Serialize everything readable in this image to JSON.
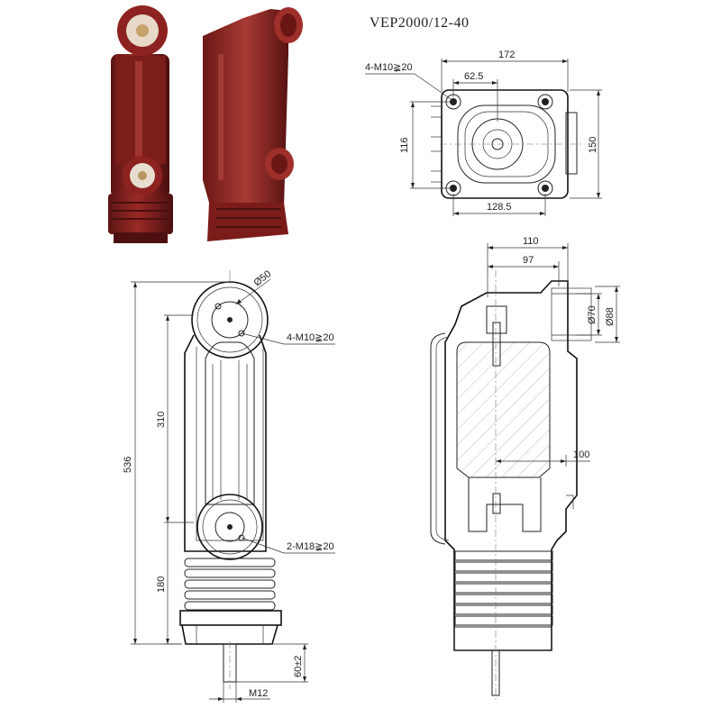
{
  "title": "VEP2000/12-40",
  "top_view": {
    "width_overall": "172",
    "hole_offset": "62.5",
    "bolt_pitch": "128.5",
    "height_inner": "116",
    "height_outer": "150",
    "bolt_callout": "4-M10≩20"
  },
  "front_view": {
    "length_overall": "536",
    "upper_span": "310",
    "lower_span": "180",
    "terminal_diameter": "Ø50",
    "upper_bolt_callout": "4-M10≩20",
    "lower_bolt_callout": "2-M18≩20",
    "shaft_length": "60±2",
    "shaft_thread": "M12"
  },
  "section_view": {
    "width_top": "110",
    "width_inner": "97",
    "bore_inner": "Ø70",
    "bore_outer": "Ø88",
    "mid_width": "100"
  },
  "colors": {
    "insulator": "#8b2020",
    "line": "#222222"
  }
}
